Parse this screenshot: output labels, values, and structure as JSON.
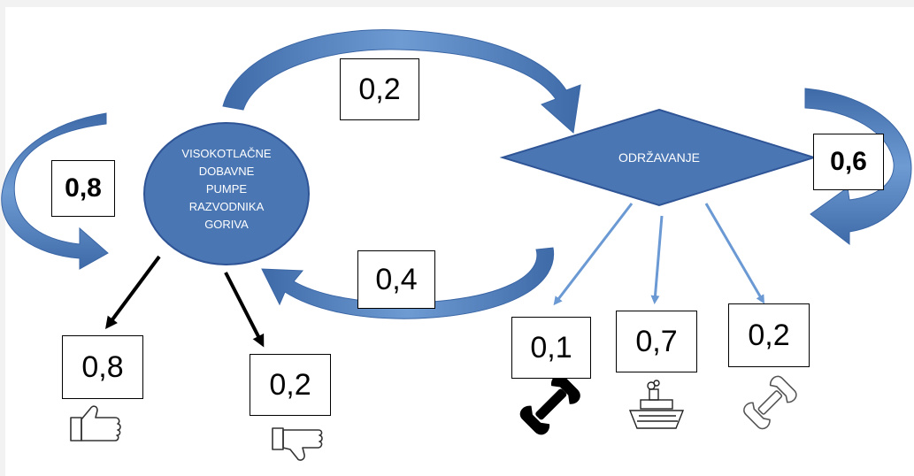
{
  "nodes": {
    "pump": {
      "lines": [
        "VISOKOTLAČNE",
        "DOBAVNE",
        "PUMPE",
        "RAZVODNIKA",
        "GORIVA"
      ]
    },
    "maintenance": {
      "label": "ODRŽAVANJE"
    }
  },
  "probabilities": {
    "pump_self_loop": "0,8",
    "pump_to_maintenance": "0,2",
    "maintenance_to_pump": "0,4",
    "maintenance_self_loop": "0,6",
    "pump_good": "0,8",
    "pump_bad": "0,2",
    "maint_wrench_black": "0,1",
    "maint_ship": "0,7",
    "maint_wrench_outline": "0,2"
  },
  "icons": {
    "thumbs_up": "thumbs-up-icon",
    "thumbs_down": "thumbs-down-icon",
    "wrench_black": "wrench-icon",
    "ship": "ship-icon",
    "wrench_outline": "wrench-outline-icon"
  },
  "colors": {
    "node_fill": "#4a76b3",
    "node_stroke": "#2f5597",
    "arrow_light": "#6a99d3",
    "arrow_black": "#000000"
  }
}
